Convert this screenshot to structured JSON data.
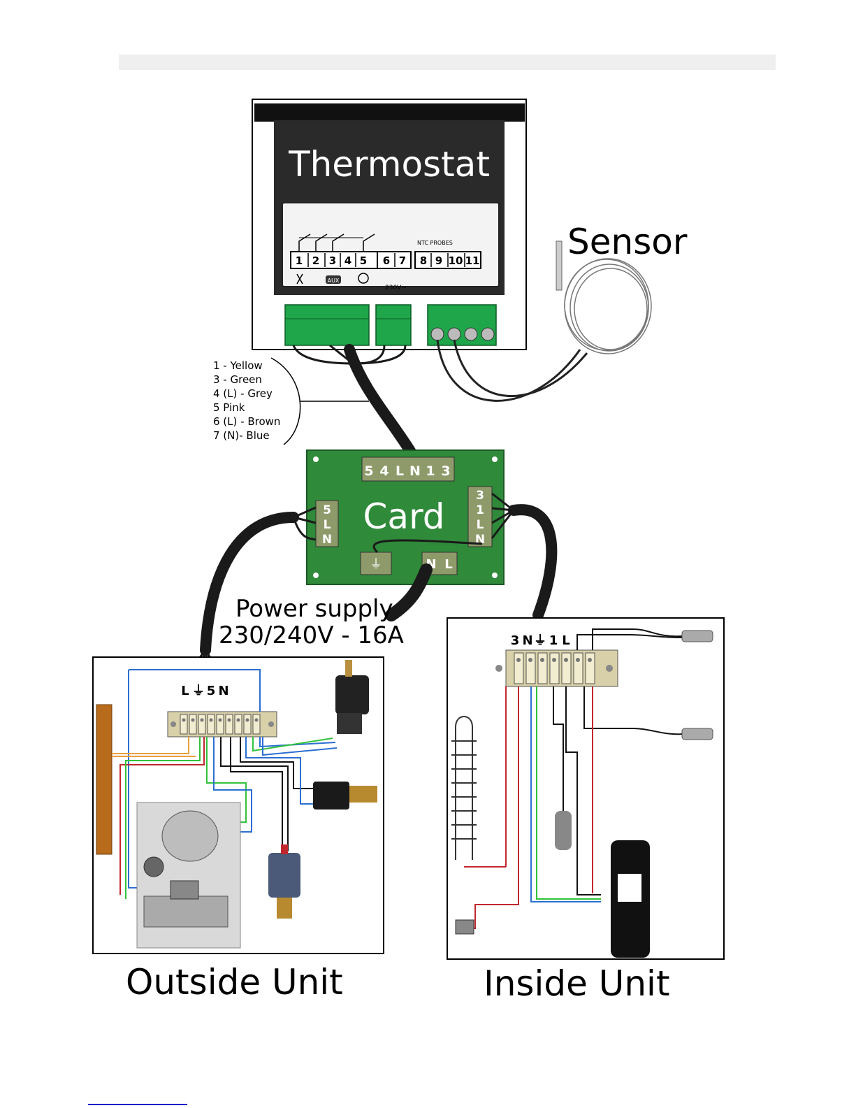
{
  "thermostat": {
    "title": "Thermostat",
    "terminals": [
      "1",
      "2",
      "3",
      "4",
      "5",
      "6",
      "7",
      "8",
      "9",
      "10",
      "11"
    ],
    "aux_label": "AUX",
    "ntc_label": "NTC PROBES",
    "voltage_label": "230V~"
  },
  "sensor": {
    "label": "Sensor"
  },
  "wire_legend": {
    "lines": [
      "1 - Yellow",
      "3 - Green",
      "4 (L) - Grey",
      "5   Pink",
      "6 (L) - Brown",
      "7 (N)-  Blue"
    ]
  },
  "card": {
    "label": "Card",
    "top_terminals": [
      "5",
      "4",
      "L",
      "N",
      "1",
      "3"
    ],
    "left_terminals": [
      "5",
      "L",
      "N"
    ],
    "right_terminals": [
      "3",
      "1",
      "L",
      "N"
    ],
    "bottom_ground": "⏚",
    "bottom_power": [
      "N",
      "L"
    ]
  },
  "power_supply": {
    "line1": "Power supply",
    "line2": "230/240V - 16A"
  },
  "outside_unit": {
    "label": "Outside Unit",
    "terminal_labels": [
      "L",
      "⏚",
      "5",
      "N"
    ]
  },
  "inside_unit": {
    "label": "Inside Unit",
    "terminal_labels": [
      "3",
      "N",
      "⏚",
      "1",
      "L"
    ]
  },
  "colors": {
    "card_green": "#2f8a3a",
    "thermostat_body": "#2a2a2a",
    "terminal_green": "#1fa64a",
    "wire_red": "#c0282d",
    "wire_blue": "#2b6fd1",
    "wire_green": "#32c23a",
    "wire_orange": "#e8a040",
    "cable_black": "#1a1a1a"
  }
}
